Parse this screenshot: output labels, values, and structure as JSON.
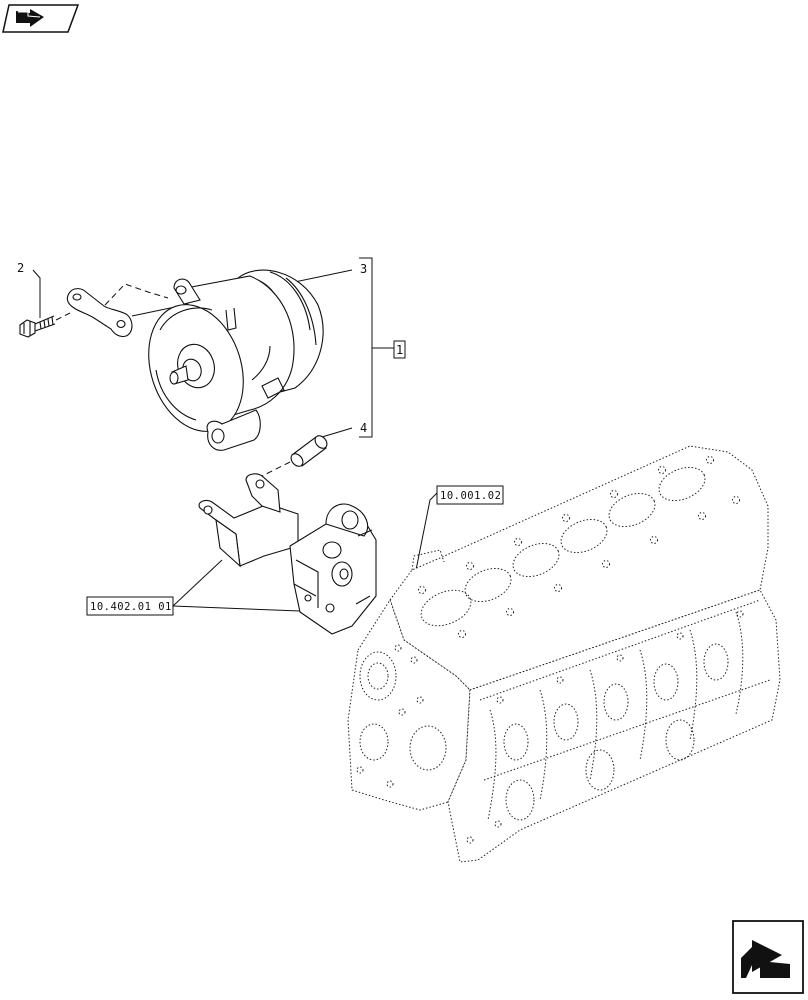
{
  "nav": {
    "prev_icon": "back-arrow-icon",
    "next_icon": "next-arrow-icon"
  },
  "callouts": {
    "item_1": "1",
    "item_2": "2",
    "item_3": "3",
    "item_4": "4"
  },
  "references": {
    "engine_block": "10.001.02",
    "mounting_bracket": "10.402.01 01"
  }
}
